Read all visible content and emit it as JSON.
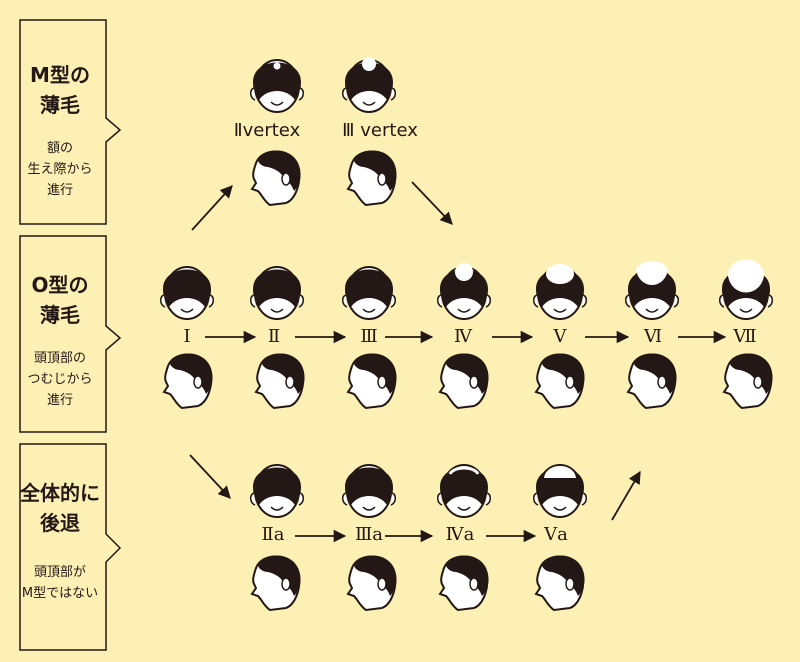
{
  "categories": [
    {
      "title_line1": "M型の",
      "title_line2": "薄毛",
      "desc_lines": [
        "額の",
        "生え際から",
        "進行"
      ]
    },
    {
      "title_line1": "O型の",
      "title_line2": "薄毛",
      "desc_lines": [
        "頭頂部の",
        "つむじから",
        "進行"
      ]
    },
    {
      "title_line1": "全体的に",
      "title_line2": "後退",
      "desc_lines": [
        "頭頂部が",
        "M型ではない"
      ]
    }
  ],
  "vertex_stages": [
    "Ⅱvertex",
    "Ⅲ vertex"
  ],
  "main_stages": [
    "Ⅰ",
    "Ⅱ",
    "Ⅲ",
    "Ⅳ",
    "Ⅴ",
    "Ⅵ",
    "Ⅶ"
  ],
  "a_stages": [
    "Ⅱa",
    "Ⅲa",
    "Ⅳa",
    "Ⅴa"
  ],
  "colors": {
    "background": "#fdf0b5",
    "ink": "#231815",
    "box": "#fdf0b5"
  }
}
